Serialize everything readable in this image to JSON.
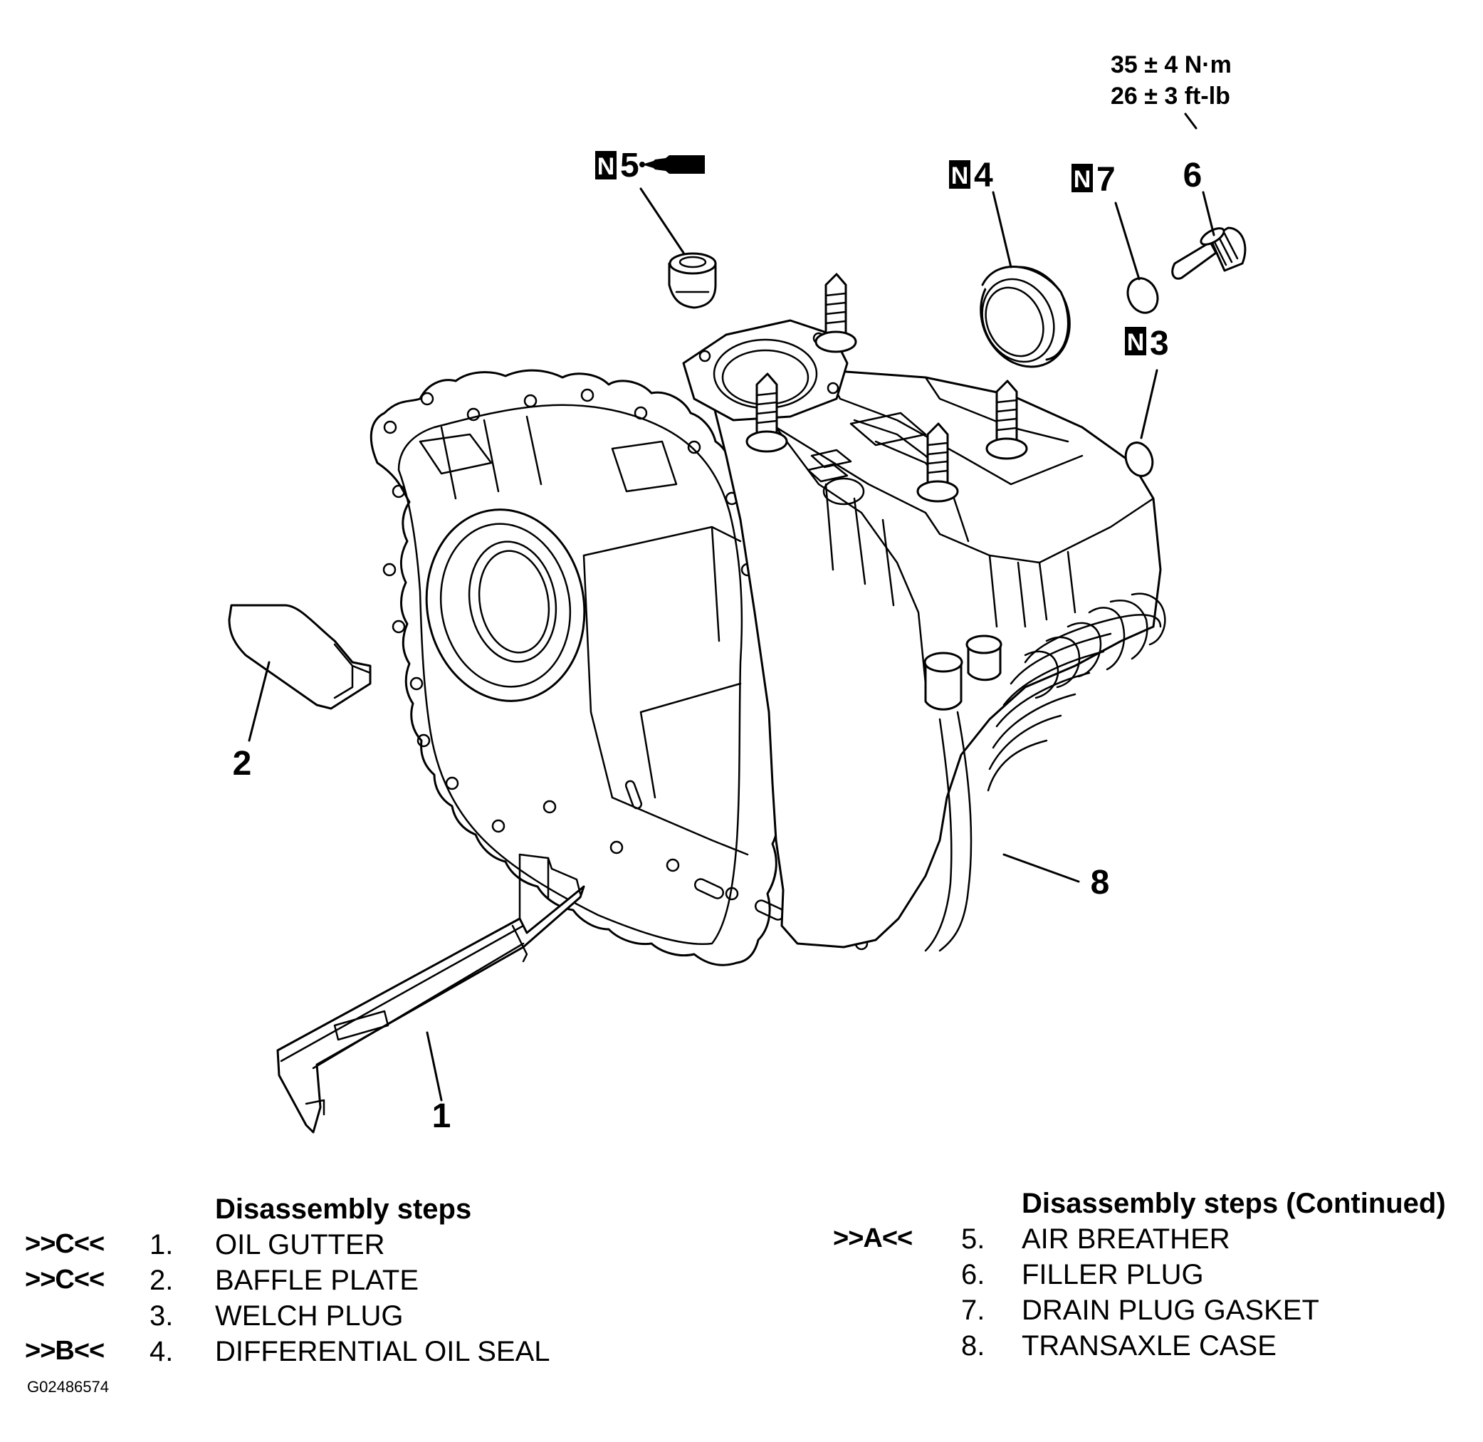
{
  "figure_id": "G02486574",
  "torque": {
    "line1": "35 ± 4 N·m",
    "line2": "26 ± 3 ft-lb"
  },
  "callouts": [
    {
      "id": "1",
      "label": "1",
      "new_part": false
    },
    {
      "id": "2",
      "label": "2",
      "new_part": false
    },
    {
      "id": "3",
      "label": "3",
      "new_part": true
    },
    {
      "id": "4",
      "label": "4",
      "new_part": true
    },
    {
      "id": "5",
      "label": "5",
      "new_part": true,
      "sealant_icon": "sealant-tube-icon"
    },
    {
      "id": "6",
      "label": "6",
      "new_part": false
    },
    {
      "id": "7",
      "label": "7",
      "new_part": true
    },
    {
      "id": "8",
      "label": "8",
      "new_part": false
    }
  ],
  "new_part_mark": "N",
  "steps_left": {
    "title": "Disassembly steps",
    "items": [
      {
        "ref": ">>C<<",
        "num": "1.",
        "name": "OIL GUTTER"
      },
      {
        "ref": ">>C<<",
        "num": "2.",
        "name": "BAFFLE PLATE"
      },
      {
        "ref": "",
        "num": "3.",
        "name": "WELCH PLUG"
      },
      {
        "ref": ">>B<<",
        "num": "4.",
        "name": "DIFFERENTIAL OIL SEAL"
      }
    ]
  },
  "steps_right": {
    "title": "Disassembly steps (Continued)",
    "items": [
      {
        "ref": ">>A<<",
        "num": "5.",
        "name": "AIR BREATHER"
      },
      {
        "ref": "",
        "num": "6.",
        "name": "FILLER PLUG"
      },
      {
        "ref": "",
        "num": "7.",
        "name": "DRAIN PLUG GASKET"
      },
      {
        "ref": "",
        "num": "8.",
        "name": "TRANSAXLE CASE"
      }
    ]
  }
}
